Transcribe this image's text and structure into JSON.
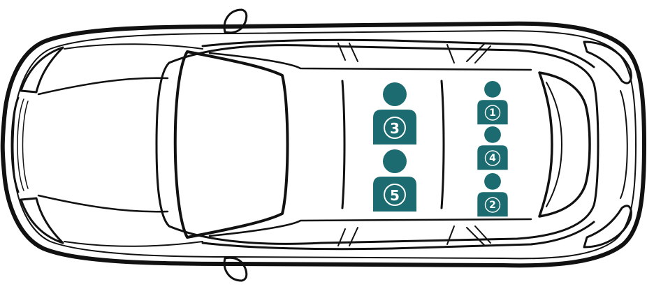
{
  "colors": {
    "car_outline": "#111111",
    "passenger": "#1b6b70",
    "seat_badge_ring": "#ffffff",
    "seat_number": "#ffffff",
    "background": "#ffffff"
  },
  "passengers": [
    {
      "seat": "3",
      "row": "middle",
      "side": "upper"
    },
    {
      "seat": "5",
      "row": "middle",
      "side": "lower"
    },
    {
      "seat": "1",
      "row": "rear",
      "side": "upper"
    },
    {
      "seat": "4",
      "row": "rear",
      "side": "center"
    },
    {
      "seat": "2",
      "row": "rear",
      "side": "lower"
    }
  ]
}
